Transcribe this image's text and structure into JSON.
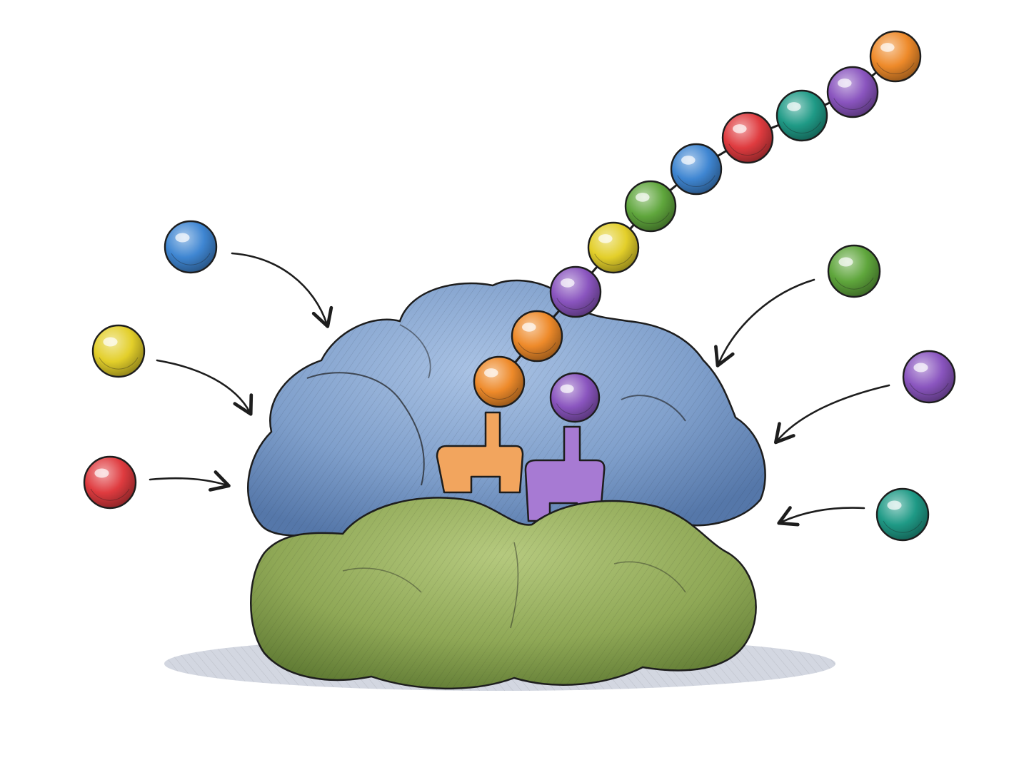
{
  "palette": {
    "background": "#ffffff",
    "ink": "#1d1d1d",
    "large_subunit": "#7f9fcb",
    "large_subunit_shade": "#5577a9",
    "small_subunit": "#8fa856",
    "small_subunit_shade": "#5f7a33",
    "shadow": "#aeb6c8"
  },
  "bead_colors": {
    "orange": "#ee8a2a",
    "purple": "#8a55bf",
    "teal": "#1f9a86",
    "red": "#df3b3f",
    "blue": "#3f86d2",
    "green": "#5fa63c",
    "yellow": "#e3cf2a"
  },
  "chain_beads": [
    "orange",
    "purple",
    "teal",
    "red",
    "blue",
    "green",
    "yellow",
    "purple",
    "orange",
    "orange"
  ],
  "free_beads": [
    "blue",
    "yellow",
    "red",
    "green",
    "purple",
    "teal"
  ],
  "trna_adapters": [
    {
      "color": "orange",
      "fill": "#f2a55e"
    },
    {
      "color": "purple",
      "fill": "#a77ad3"
    }
  ],
  "incoming_arrows": 6
}
